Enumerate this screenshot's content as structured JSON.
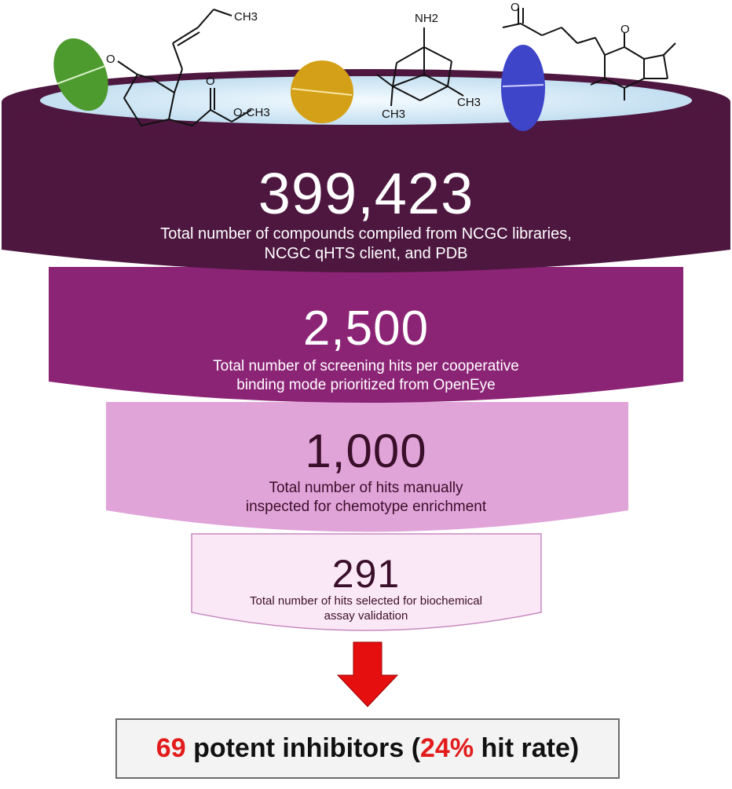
{
  "tiers": [
    {
      "number": "399,423",
      "line1": "Total number of compounds compiled from NCGC libraries,",
      "line2": "NCGC qHTS client, and PDB",
      "color": "#4e1740"
    },
    {
      "number": "2,500",
      "line1": "Total number of screening hits per cooperative",
      "line2": "binding mode prioritized from OpenEye",
      "color": "#8c2476"
    },
    {
      "number": "1,000",
      "line1": "Total number of hits manually",
      "line2": "inspected for chemotype enrichment",
      "color": "#e1a4d9"
    },
    {
      "number": "291",
      "line1": "Total number of hits selected for biochemical",
      "line2": "assay validation",
      "color": "#fbe8f7"
    }
  ],
  "molecule_labels": {
    "ch3_top": "CH3",
    "nh2": "NH2",
    "ch3_a": "CH3",
    "ch3_b": "CH3",
    "ch3_ester": "O-CH3",
    "o": "O"
  },
  "pills": [
    {
      "name": "green-pill",
      "color": "#4d9a2e"
    },
    {
      "name": "yellow-pill",
      "color": "#d4a017"
    },
    {
      "name": "blue-pill",
      "color": "#3f45c9"
    }
  ],
  "result": {
    "count": "69",
    "text_mid": "potent inhibitors (",
    "rate": "24%",
    "text_end": "hit rate)"
  },
  "colors": {
    "arrow": "#e50f0f",
    "bowl_inner": "#d9edf8"
  }
}
